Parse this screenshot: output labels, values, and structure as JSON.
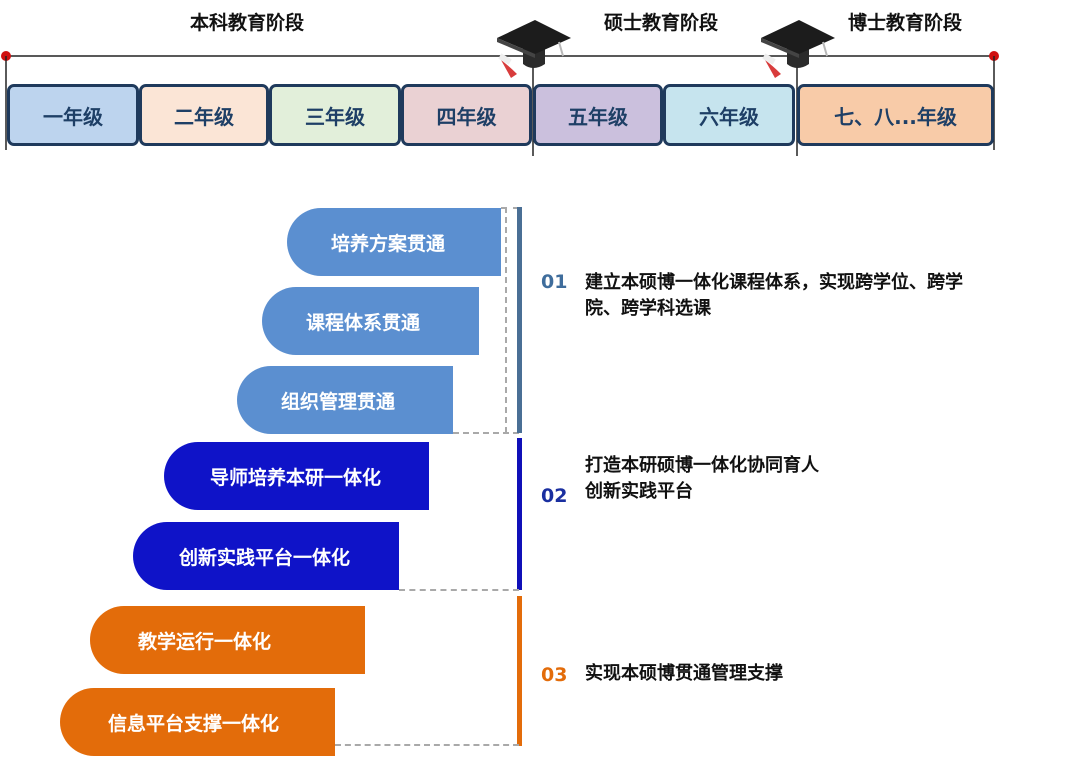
{
  "stages": {
    "bachelor": "本科教育阶段",
    "master": "硕士教育阶段",
    "doctor": "博士教育阶段"
  },
  "grades": [
    {
      "label": "一年级",
      "bg": "#bdd4ee",
      "color": "#1e3f66"
    },
    {
      "label": "二年级",
      "bg": "#fbe5d6",
      "color": "#1e3f66"
    },
    {
      "label": "三年级",
      "bg": "#e2efda",
      "color": "#1e3f66"
    },
    {
      "label": "四年级",
      "bg": "#ead1d3",
      "color": "#1e3f66"
    },
    {
      "label": "五年级",
      "bg": "#cbc0dd",
      "color": "#1e3f66"
    },
    {
      "label": "六年级",
      "bg": "#c6e4ee",
      "color": "#1e3f66"
    },
    {
      "label": "七、八...年级",
      "bg": "#f8cba8",
      "color": "#1e3f66"
    }
  ],
  "groups": [
    {
      "number": "01",
      "color": "#5b8fd0",
      "line_color": "#4a6f95",
      "number_color": "#3f6d9c",
      "items": [
        "培养方案贯通",
        "课程体系贯通",
        "组织管理贯通"
      ],
      "description": [
        "建立本硕博一体化课程体系，实现跨学位、跨学",
        "院、跨学科选课"
      ]
    },
    {
      "number": "02",
      "color": "#0f13c8",
      "line_color": "#1010b8",
      "number_color": "#1a2fa0",
      "items": [
        "导师培养本研一体化",
        "创新实践平台一体化"
      ],
      "description": [
        "打造本研硕博一体化协同育人",
        "创新实践平台"
      ]
    },
    {
      "number": "03",
      "color": "#e36c0a",
      "line_color": "#e36c0a",
      "number_color": "#e36c0a",
      "items": [
        "教学运行一体化",
        "信息平台支撑一体化"
      ],
      "description": [
        "实现本硕博贯通管理支撑"
      ]
    }
  ],
  "icons": [
    "graduation-cap-icon",
    "graduation-cap-icon"
  ]
}
